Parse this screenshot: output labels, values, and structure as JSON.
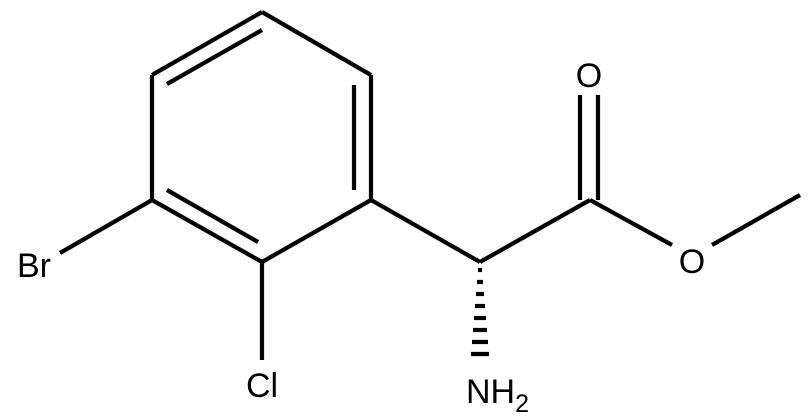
{
  "molecule": {
    "atoms": {
      "oxygen_carbonyl": "O",
      "oxygen_ester": "O",
      "bromine": "Br",
      "chlorine": "Cl",
      "amine": "NH",
      "amine_subscript": "2"
    }
  },
  "colors": {
    "bond": "#000000",
    "label": "#000000",
    "background": "#ffffff"
  }
}
